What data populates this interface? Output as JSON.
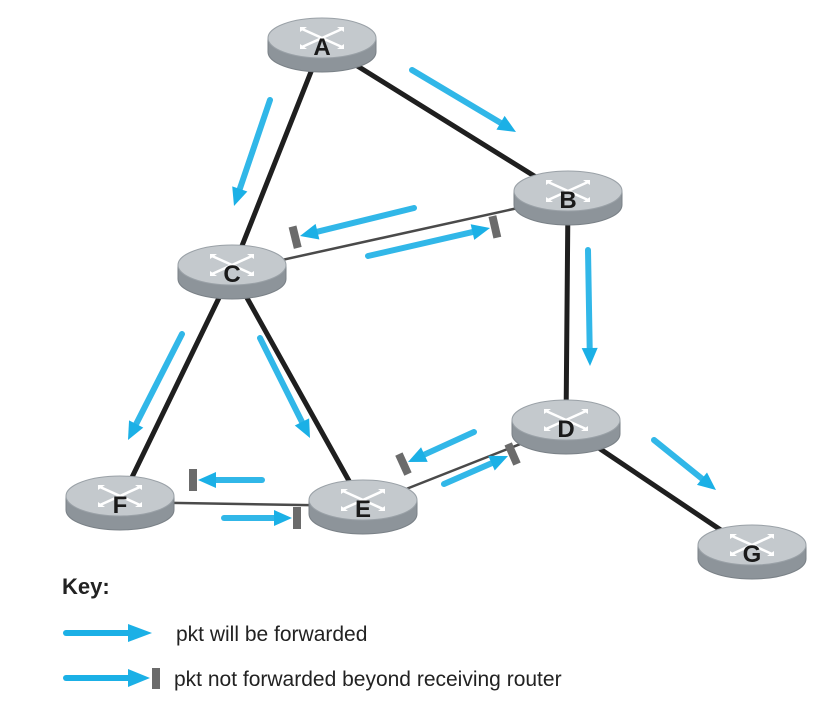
{
  "colors": {
    "link_thick": "#1f1f1f",
    "link_thin": "#4a4a4a",
    "arrow": "#1bb0e6",
    "stopper": "#6b6b6b",
    "router_top": "#c4c9cd",
    "router_side": "#8d949a",
    "router_x": "#ffffff"
  },
  "routers": [
    {
      "id": "A",
      "label": "A"
    },
    {
      "id": "B",
      "label": "B"
    },
    {
      "id": "C",
      "label": "C"
    },
    {
      "id": "D",
      "label": "D"
    },
    {
      "id": "E",
      "label": "E"
    },
    {
      "id": "F",
      "label": "F"
    },
    {
      "id": "G",
      "label": "G"
    }
  ],
  "links": [
    {
      "from": "A",
      "to": "B",
      "style": "thick"
    },
    {
      "from": "A",
      "to": "C",
      "style": "thick"
    },
    {
      "from": "B",
      "to": "C",
      "style": "thin"
    },
    {
      "from": "B",
      "to": "D",
      "style": "thick"
    },
    {
      "from": "C",
      "to": "F",
      "style": "thick"
    },
    {
      "from": "C",
      "to": "E",
      "style": "thick"
    },
    {
      "from": "D",
      "to": "E",
      "style": "thin"
    },
    {
      "from": "D",
      "to": "G",
      "style": "thick"
    },
    {
      "from": "F",
      "to": "E",
      "style": "thin"
    }
  ],
  "packet_flows": [
    {
      "from": "A",
      "to": "B",
      "forwarded": true
    },
    {
      "from": "A",
      "to": "C",
      "forwarded": true
    },
    {
      "from": "B",
      "to": "C",
      "forwarded": false
    },
    {
      "from": "C",
      "to": "B",
      "forwarded": false
    },
    {
      "from": "B",
      "to": "D",
      "forwarded": true
    },
    {
      "from": "C",
      "to": "F",
      "forwarded": true
    },
    {
      "from": "C",
      "to": "E",
      "forwarded": true
    },
    {
      "from": "D",
      "to": "E",
      "forwarded": false
    },
    {
      "from": "E",
      "to": "D",
      "forwarded": false
    },
    {
      "from": "D",
      "to": "G",
      "forwarded": true
    },
    {
      "from": "E",
      "to": "F",
      "forwarded": false
    },
    {
      "from": "F",
      "to": "E",
      "forwarded": false
    }
  ],
  "key": {
    "title": "Key:",
    "forwarded": "pkt will be forwarded",
    "not_forwarded": "pkt not forwarded beyond receiving router"
  }
}
